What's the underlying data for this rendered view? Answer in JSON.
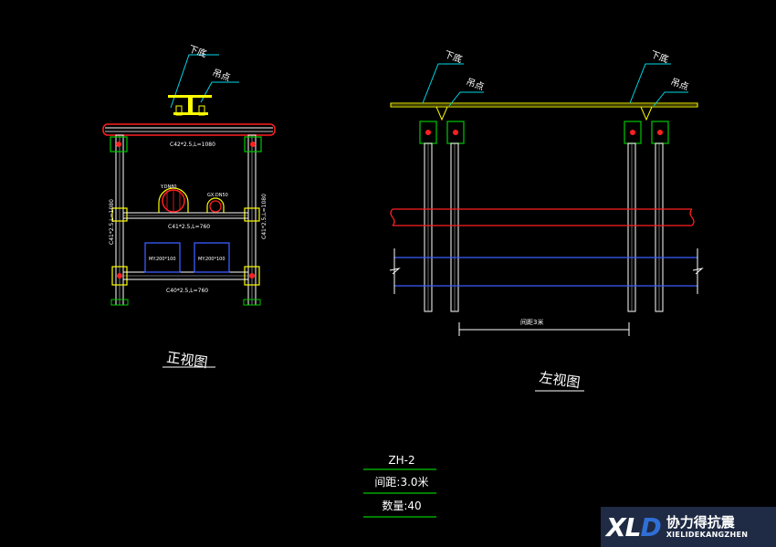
{
  "colors": {
    "background": "#000000",
    "green": "#00c800",
    "cyan": "#00d7e8",
    "yellow": "#ffff00",
    "red": "#ff2020",
    "blue": "#3a5cff",
    "white": "#ffffff",
    "gray": "#cfcfcf"
  },
  "front_view": {
    "title": "正视图",
    "label_beam": "下底",
    "label_hanger": "吊点",
    "dim_top": "C42*2.5,L=1080",
    "dim_mid": "C41*2.5,L=760",
    "dim_bottom": "C40*2.5,L=760",
    "dim_left_vertical": "C41*2.5,L=1080",
    "dim_right_vertical": "C41*2.5,L=1080",
    "pipe_label_1": "Y.DN80",
    "pipe_label_2": "GX.DN50",
    "duct_label_1": "MY.200*100",
    "duct_label_2": "MY.200*100"
  },
  "side_view": {
    "title": "左视图",
    "label_beam_left": "下底",
    "label_hanger_left": "吊点",
    "label_beam_right": "下底",
    "label_hanger_right": "吊点",
    "dim_spacing": "间距3米"
  },
  "info_table": {
    "code": "ZH-2",
    "spacing": "间距:3.0米",
    "quantity": "数量:40"
  },
  "logo": {
    "mark_left": "XL",
    "mark_right": "D",
    "name_cn": "协力得抗震",
    "name_en": "XIELIDEKANGZHEN"
  }
}
